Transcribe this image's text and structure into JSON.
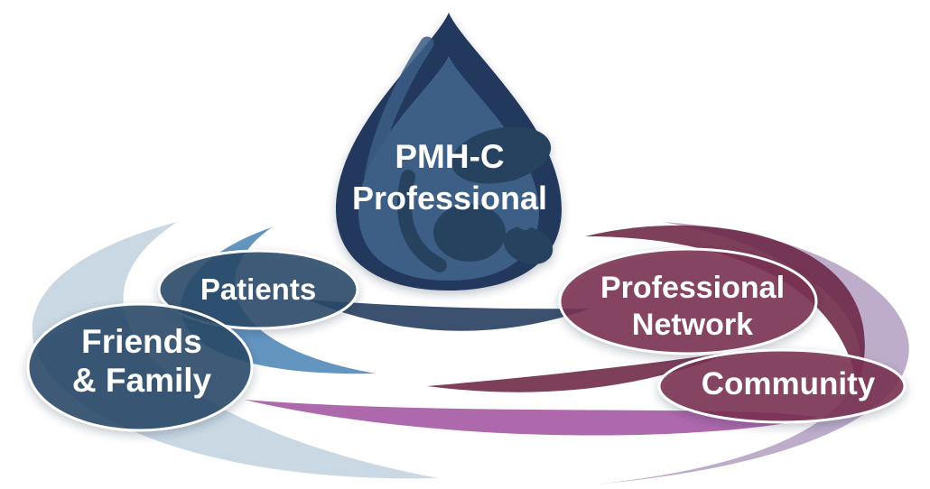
{
  "colors": {
    "navy": "#20395B",
    "navy_light": "#3D5E86",
    "navy_swirl": "#27425F",
    "navy_oval": "#2B4868",
    "blue_medium": "#4E86B8",
    "blue_pale": "#C3D3E0",
    "maroon_oval": "#7A3053",
    "maroon_deep": "#6B2443",
    "magenta": "#A353A0",
    "lavender": "#B5A0C4",
    "text": "#FFFFFF"
  },
  "droplet": {
    "label_line1": "PMH-C",
    "label_line2": "Professional"
  },
  "nodes": {
    "patients": {
      "label": "Patients"
    },
    "friends_family": {
      "label_line1": "Friends",
      "label_line2": "& Family"
    },
    "professional_network": {
      "label_line1": "Professional",
      "label_line2": "Network"
    },
    "community": {
      "label": "Community"
    }
  }
}
